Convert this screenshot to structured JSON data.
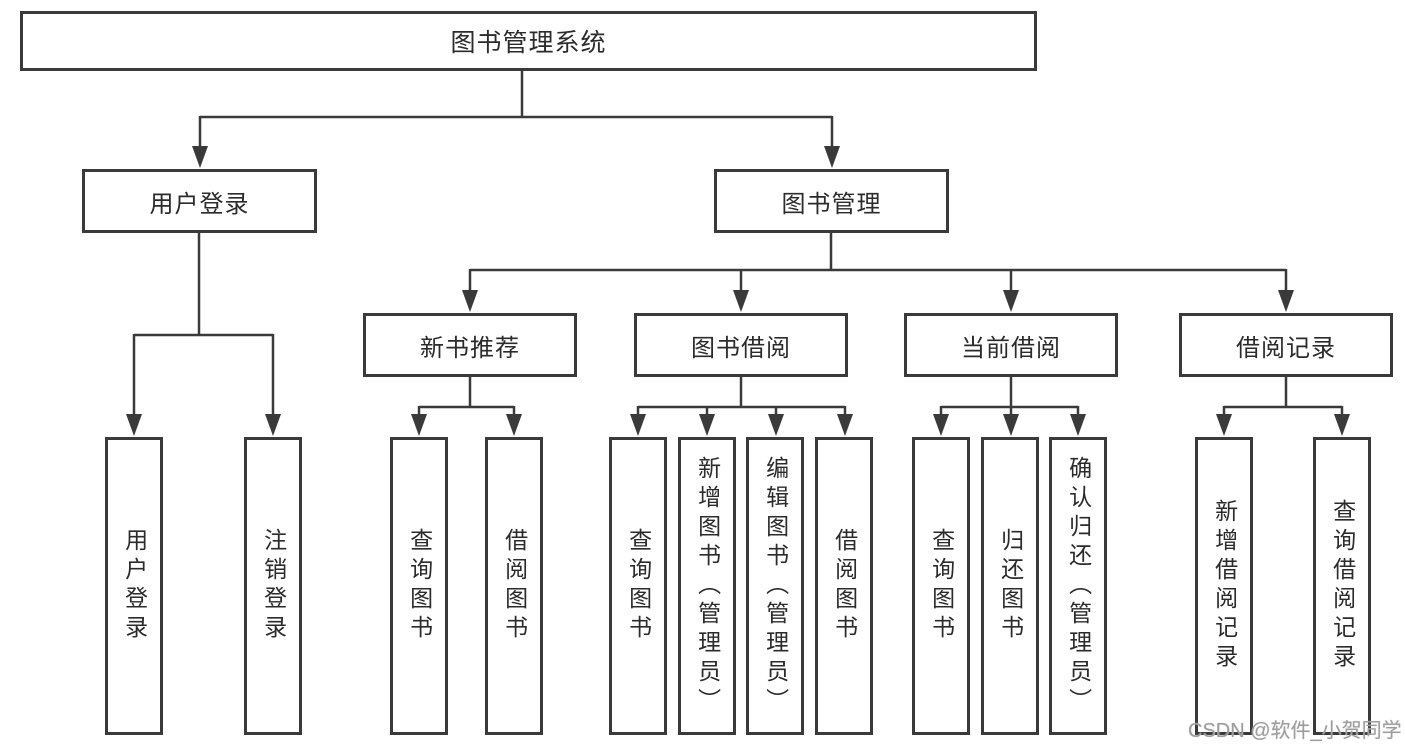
{
  "diagram": {
    "title": "图书管理系统",
    "type": "hierarchy-tree",
    "tree": {
      "root": {
        "label": "图书管理系统",
        "children": [
          {
            "label": "用户登录",
            "children": [
              {
                "label": "用户登录"
              },
              {
                "label": "注销登录"
              }
            ]
          },
          {
            "label": "图书管理",
            "children": [
              {
                "label": "新书推荐",
                "children": [
                  {
                    "label": "查询图书"
                  },
                  {
                    "label": "借阅图书"
                  }
                ]
              },
              {
                "label": "图书借阅",
                "children": [
                  {
                    "label": "查询图书"
                  },
                  {
                    "label": "新增图书（管理员）"
                  },
                  {
                    "label": "编辑图书（管理员）"
                  },
                  {
                    "label": "借阅图书"
                  }
                ]
              },
              {
                "label": "当前借阅",
                "children": [
                  {
                    "label": "查询图书"
                  },
                  {
                    "label": "归还图书"
                  },
                  {
                    "label": "确认归还（管理员）"
                  }
                ]
              },
              {
                "label": "借阅记录",
                "children": [
                  {
                    "label": "新增借阅记录"
                  },
                  {
                    "label": "查询借阅记录"
                  }
                ]
              }
            ]
          }
        ]
      }
    },
    "colors": {
      "box_border": "#3a3a3a",
      "connector_line": "#3a3a3a",
      "box_fill": "#ffffff",
      "text": "#2b2b2b",
      "background": "#ffffff"
    }
  },
  "watermark": {
    "text": "CSDN @软件_小贺同学",
    "color": "#9d9d9d"
  }
}
